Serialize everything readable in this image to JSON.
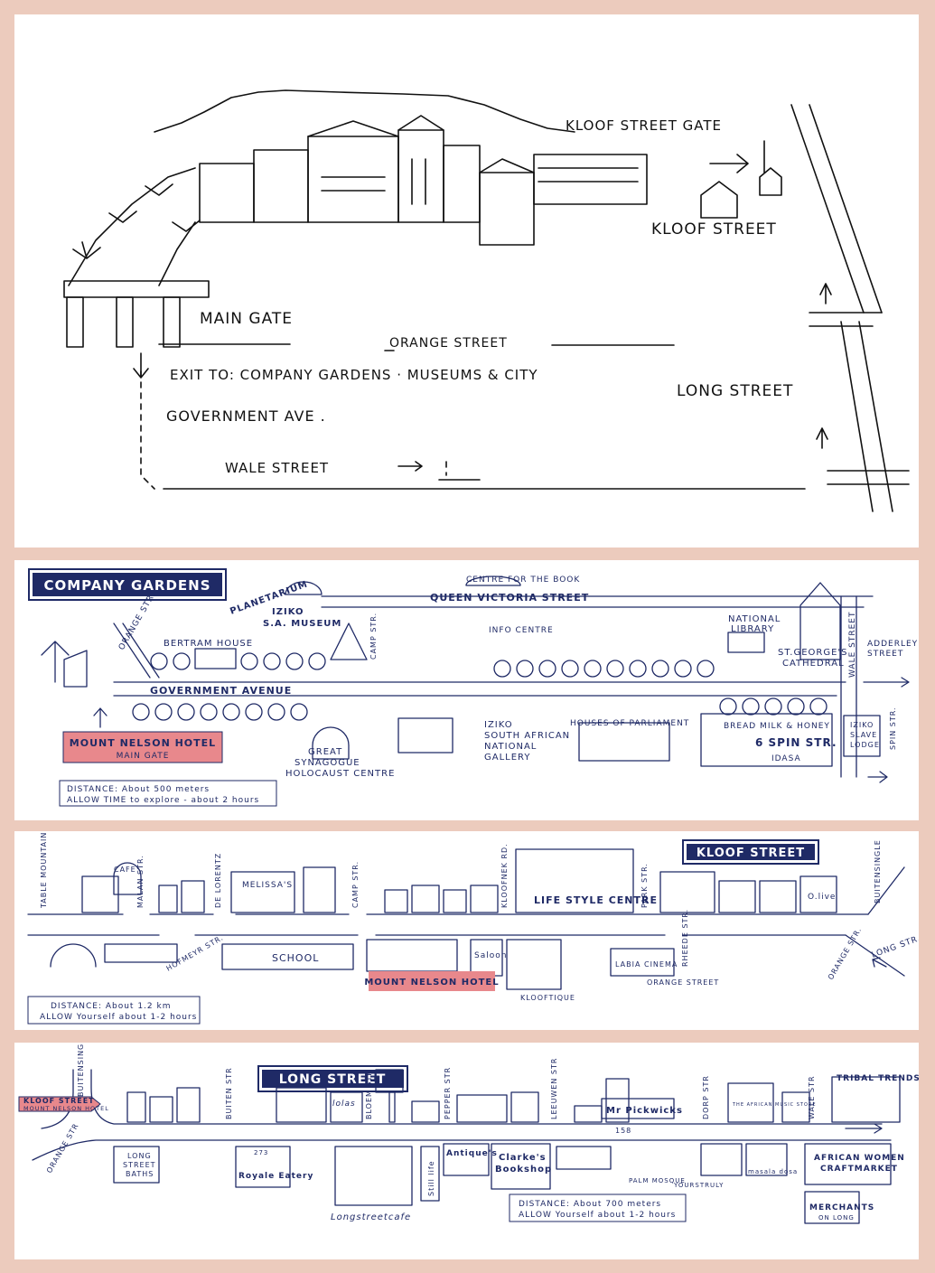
{
  "panel1": {
    "labels": {
      "kloof_gate": "KLOOF STREET GATE",
      "kloof": "KLOOF STREET",
      "main_gate": "MAIN GATE",
      "orange": "ORANGE STREET",
      "exit": "EXIT TO: COMPANY GARDENS · MUSEUMS & CITY",
      "long": "LONG STREET",
      "gov": "GOVERNMENT AVE .",
      "wale": "WALE STREET"
    }
  },
  "panel2": {
    "title": "COMPANY GARDENS",
    "labels": {
      "centre_book": "CENTRE FOR THE BOOK",
      "queen_vic": "QUEEN VICTORIA STREET",
      "planetarium": "PLANETARIUM",
      "orange_str": "ORANGE STR.",
      "bertram": "BERTRAM HOUSE",
      "iziko_sa1": "IZIKO",
      "iziko_sa2": "S.A. MUSEUM",
      "info": "INFO CENTRE",
      "library1": "NATIONAL",
      "library2": "LIBRARY",
      "cathedral1": "ST.GEORGE'S",
      "cathedral2": "CATHEDRAL",
      "wale_str": "WALE STREET",
      "adderley1": "ADDERLEY",
      "adderley2": "STREET",
      "gov_ave": "GOVERNMENT AVENUE",
      "camp": "CAMP STR.",
      "synagogue1": "GREAT",
      "synagogue2": "SYNAGOGUE",
      "synagogue3": "HOLOCAUST CENTRE",
      "gallery1": "IZIKO",
      "gallery2": "SOUTH AFRICAN",
      "gallery3": "NATIONAL",
      "gallery4": "GALLERY",
      "parliament": "HOUSES OF PARLIAMENT",
      "breadmilk": "BREAD MILK & HONEY",
      "spin6": "6 SPIN STR.",
      "idasa": "IDASA",
      "slave1": "IZIKO",
      "slave2": "SLAVE",
      "slave3": "LODGE",
      "spin_str": "SPIN STR."
    },
    "hotel": {
      "line1": "MOUNT NELSON HOTEL",
      "line2": "MAIN GATE"
    },
    "distance": {
      "line1": "DISTANCE: About 500 meters",
      "line2": "ALLOW TIME to explore - about 2 hours"
    }
  },
  "panel3": {
    "title": "KLOOF STREET",
    "labels": {
      "table": "TABLE MOUNTAIN",
      "cafe": "CAFE",
      "malan": "MALAN STR.",
      "delorentz": "DE LORENTZ",
      "melissas": "MELISSA'S",
      "camp": "CAMP STR.",
      "kloofnek": "KLOOFNEK RD.",
      "lifestyle": "LIFE STYLE CENTRE",
      "park": "PARK STR.",
      "olive": "O.live",
      "buitensingle": "BUITENSINGLE",
      "hofmeyr": "HOFMEYR STR.",
      "school": "SCHOOL",
      "saloon": "Saloon",
      "labia": "LABIA CINEMA",
      "rheede": "RHEEDE STR.",
      "orange1": "ORANGE STREET",
      "kloofique": "KLOOFTIQUE",
      "orange2": "ORANGE STR.",
      "long": "LONG STR."
    },
    "hotel": "MOUNT NELSON HOTEL",
    "distance": {
      "line1": "DISTANCE: About 1.2 km",
      "line2": "ALLOW Yourself about 1-2 hours"
    }
  },
  "panel4": {
    "title": "LONG STREET",
    "labels": {
      "buitensingle": "BUITENSINGLE",
      "orange": "ORANGE STR",
      "buiten": "BUITEN STR",
      "bloem": "BLOEM STR",
      "pepper": "PEPPER STR",
      "leeuwen": "LEEUWEN STR",
      "dorp": "DORP STR",
      "wale": "WALE STR",
      "tribal": "TRIBAL TRENDS",
      "pickwicks": "Mr Pickwicks",
      "n158": "158",
      "music": "THE AFRICAN MUSIC STORE",
      "baths1": "LONG",
      "baths2": "STREET",
      "baths3": "BATHS",
      "royale": "Royale Eatery",
      "n273": "273",
      "cafe": "Longstreetcafe",
      "stilllife": "Still life",
      "antiques": "Antique's",
      "clarkes1": "Clarke's",
      "clarkes2": "Bookshop",
      "palm": "PALM MOSQUE",
      "yours": "YOURSTRULY",
      "masala": "masala dosa",
      "craft1": "AFRICAN WOMEN",
      "craft2": "CRAFTMARKET",
      "merchants1": "MERCHANTS",
      "merchants2": "ON LONG",
      "lolas": "lolas"
    },
    "sign": {
      "line1": "KLOOF STREET",
      "line2": "MOUNT NELSON HOTEL"
    },
    "distance": {
      "line1": "DISTANCE: About 700 meters",
      "line2": "ALLOW Yourself about 1-2 hours"
    }
  },
  "colors": {
    "ink": "#111111",
    "navy": "#1f2a66",
    "pink": "#e8888c",
    "frame": "#eccbbd"
  }
}
